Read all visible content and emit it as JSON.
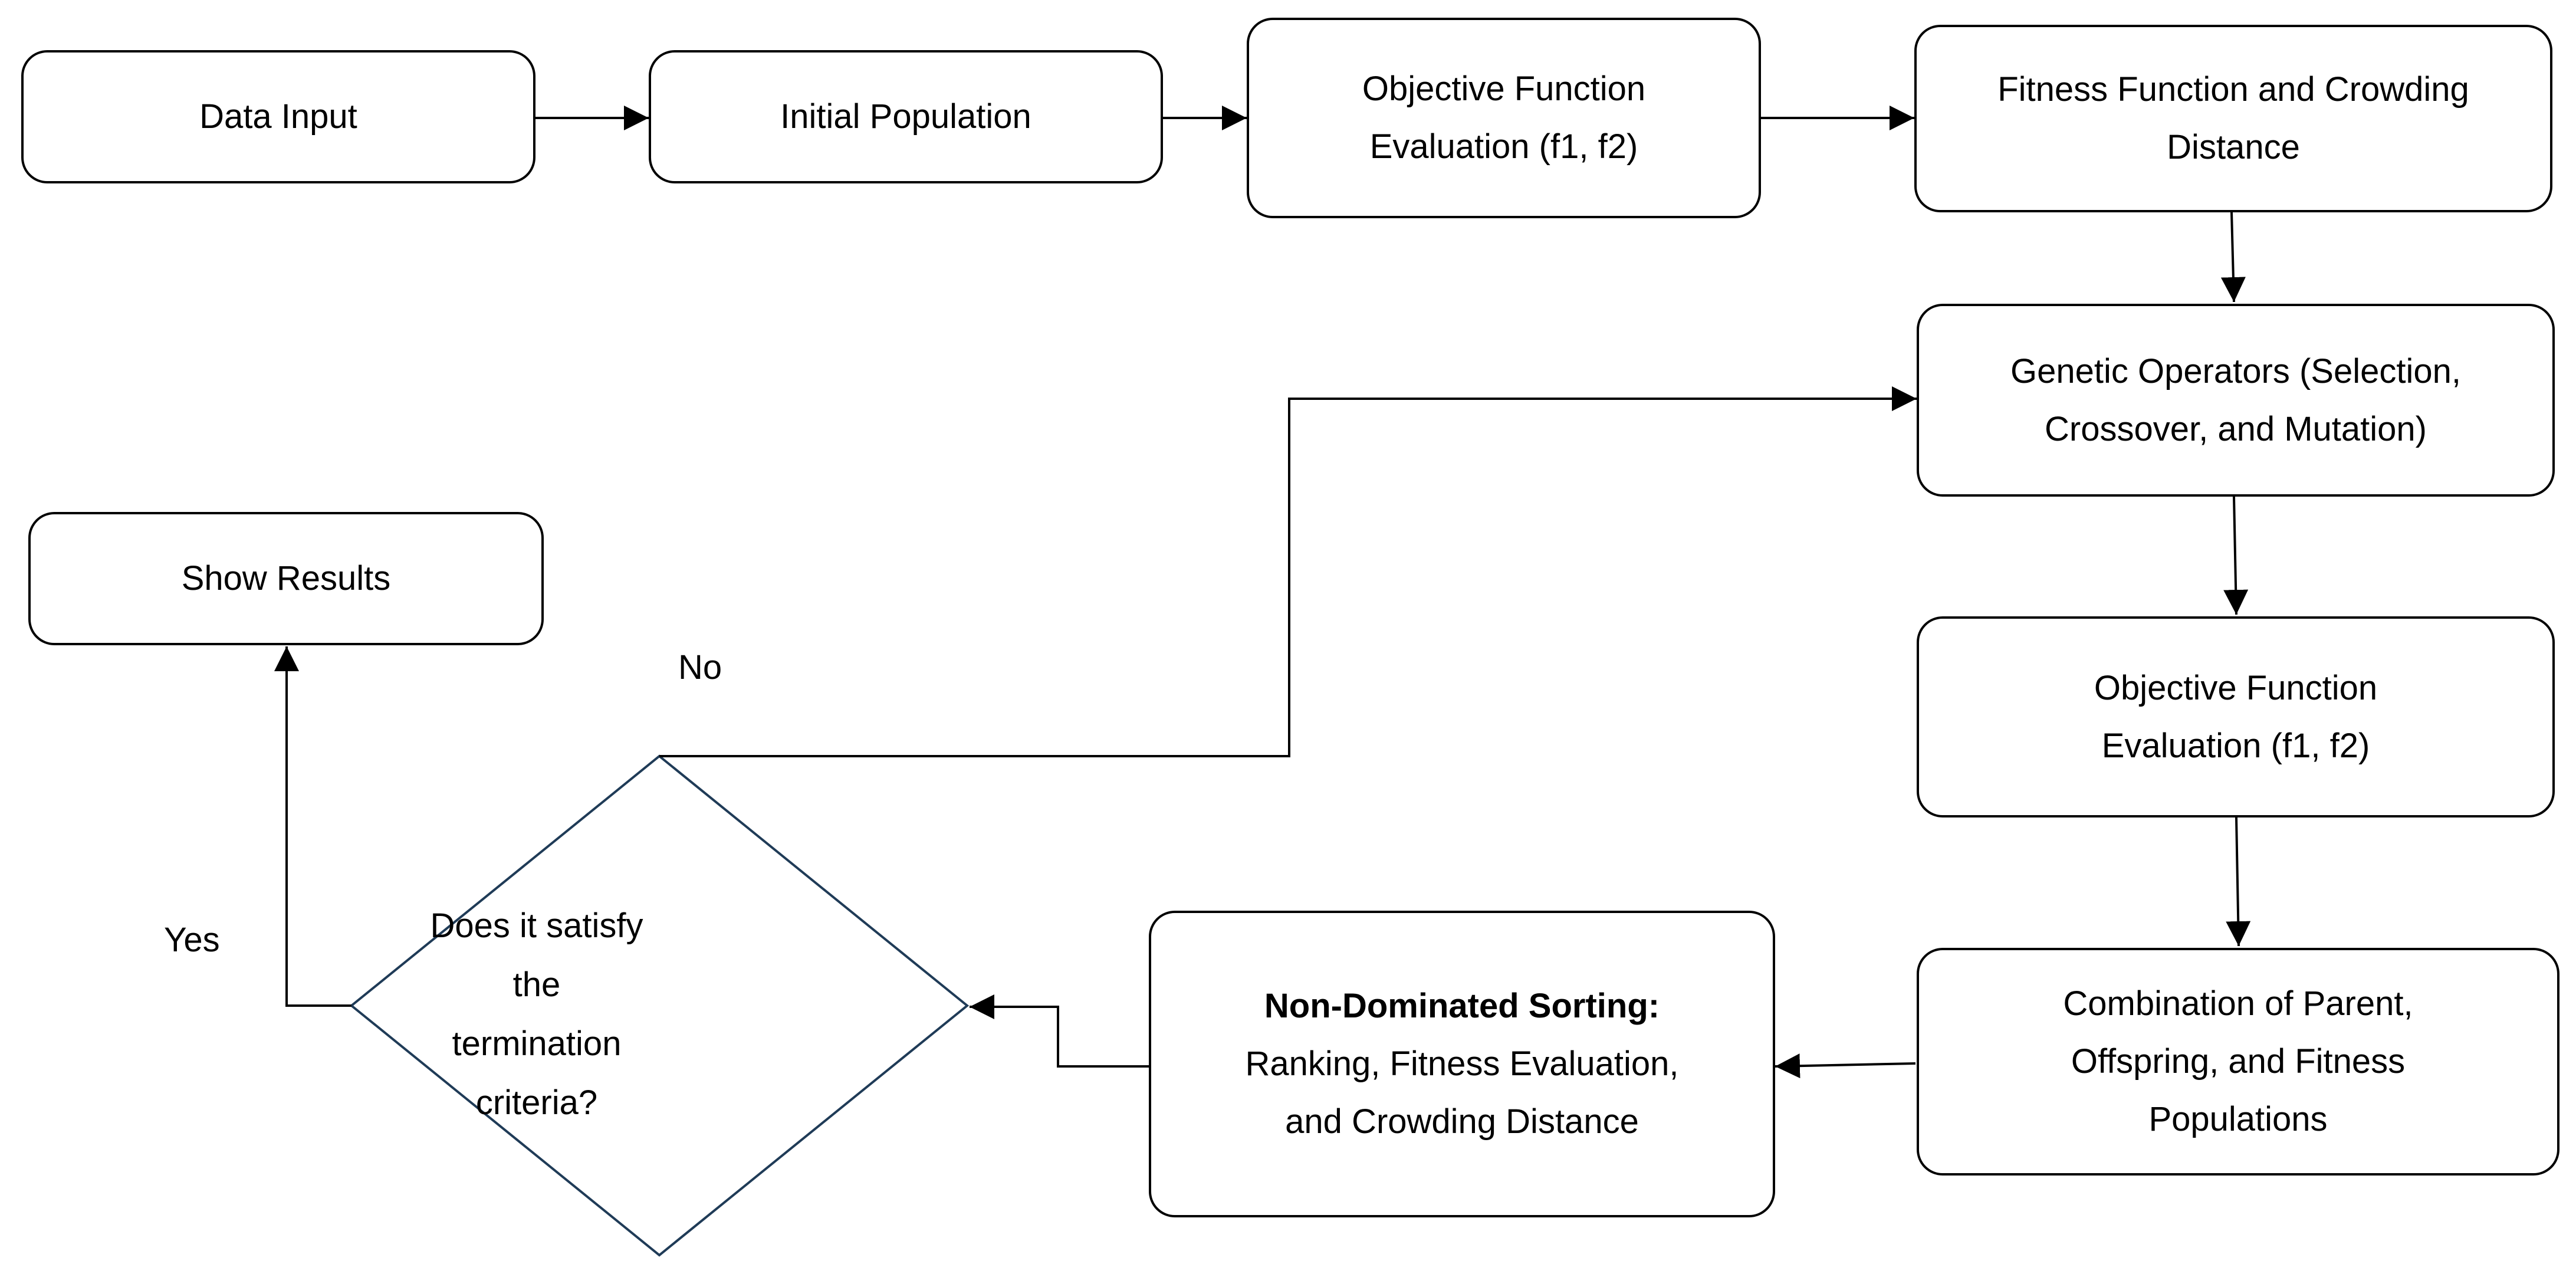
{
  "nodes": {
    "data_input": "Data Input",
    "initial_population": "Initial Population",
    "objective_eval_1": [
      "Objective Function",
      "Evaluation  (f1, f2)"
    ],
    "fitness_crowding": [
      "Fitness Function  and Crowding",
      "Distance"
    ],
    "genetic_operators": [
      "Genetic Operators (Selection,",
      "Crossover,  and Mutation)"
    ],
    "objective_eval_2": [
      "Objective Function",
      "Evaluation  (f1, f2)"
    ],
    "combination": [
      "Combination of Parent,",
      "Offspring,  and Fitness",
      "Populations"
    ],
    "non_dominated": {
      "heading": "Non-Dominated Sorting:",
      "lines": [
        "Ranking,  Fitness Evaluation,",
        "and Crowding Distance"
      ]
    },
    "decision": [
      "Does it satisfy",
      "the",
      "termination",
      "criteria?"
    ],
    "show_results": "Show Results"
  },
  "labels": {
    "no": "No",
    "yes": "Yes"
  },
  "colors": {
    "stroke": "#000000",
    "decision_stroke": "#1f3b57"
  }
}
